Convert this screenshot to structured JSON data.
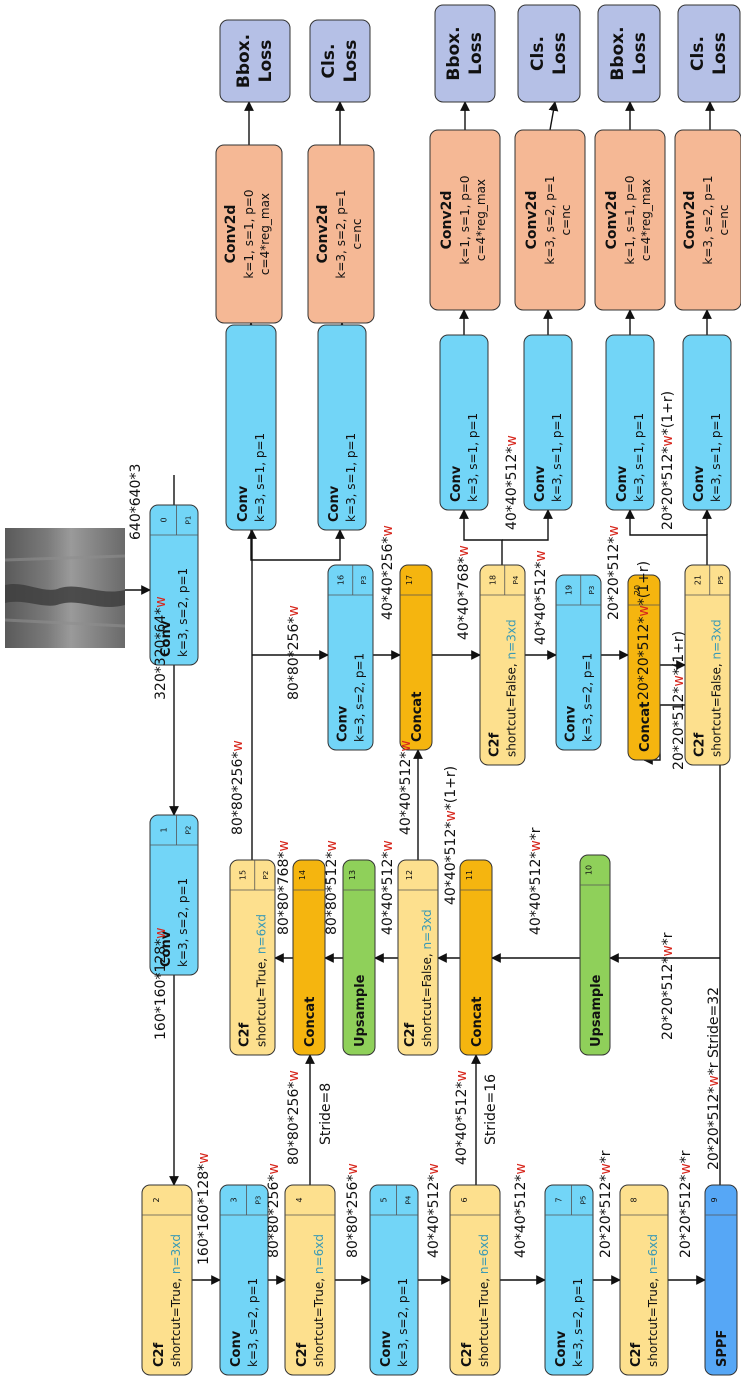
{
  "colors": {
    "conv": "#72d5f7",
    "c2f": "#fde08e",
    "concat": "#f5b50f",
    "upsample": "#8fd05a",
    "sppf": "#56a7f6",
    "conv2d": "#f5b895",
    "loss": "#b5c0e6",
    "line": "#111111",
    "w_red": "#d7271d",
    "n_teal": "#3b9ab5"
  },
  "input_image": {
    "alt": "grayscale weld seam input image"
  },
  "blocks": [
    {
      "id": "b0",
      "type": "conv",
      "title": "Conv",
      "params": "k=3, s=2, p=1",
      "num": "0",
      "tag": "P1"
    },
    {
      "id": "b1",
      "type": "conv",
      "title": "Conv",
      "params": "k=3, s=2, p=1",
      "num": "1",
      "tag": "P2"
    },
    {
      "id": "b2",
      "type": "c2f",
      "title": "C2f",
      "params": "shortcut=True, ",
      "nval": "n=3xd",
      "num": "2",
      "tag": ""
    },
    {
      "id": "b3",
      "type": "conv",
      "title": "Conv",
      "params": "k=3, s=2, p=1",
      "num": "3",
      "tag": "P3"
    },
    {
      "id": "b4",
      "type": "c2f",
      "title": "C2f",
      "params": "shortcut=True, ",
      "nval": "n=6xd",
      "num": "4",
      "tag": ""
    },
    {
      "id": "b5",
      "type": "conv",
      "title": "Conv",
      "params": "k=3, s=2, p=1",
      "num": "5",
      "tag": "P4"
    },
    {
      "id": "b6",
      "type": "c2f",
      "title": "C2f",
      "params": "shortcut=True, ",
      "nval": "n=6xd",
      "num": "6",
      "tag": ""
    },
    {
      "id": "b7",
      "type": "conv",
      "title": "Conv",
      "params": "k=3, s=2, p=1",
      "num": "7",
      "tag": "P5"
    },
    {
      "id": "b8",
      "type": "c2f",
      "title": "C2f",
      "params": "shortcut=True, ",
      "nval": "n=6xd",
      "num": "8",
      "tag": ""
    },
    {
      "id": "b9",
      "type": "sppf",
      "title": "SPPF",
      "params": "",
      "num": "9",
      "tag": ""
    },
    {
      "id": "b10",
      "type": "upsample",
      "title": "Upsample",
      "params": "",
      "num": "10",
      "tag": ""
    },
    {
      "id": "b11",
      "type": "concat",
      "title": "Concat",
      "params": "",
      "num": "11",
      "tag": ""
    },
    {
      "id": "b12",
      "type": "c2f",
      "title": "C2f",
      "params": "shortcut=False, ",
      "nval": "n=3xd",
      "num": "12",
      "tag": ""
    },
    {
      "id": "b13",
      "type": "upsample",
      "title": "Upsample",
      "params": "",
      "num": "13",
      "tag": ""
    },
    {
      "id": "b14",
      "type": "concat",
      "title": "Concat",
      "params": "",
      "num": "14",
      "tag": ""
    },
    {
      "id": "b15",
      "type": "c2f",
      "title": "C2f",
      "params": "shortcut=True, ",
      "nval": "n=6xd",
      "num": "15",
      "tag": "P2"
    },
    {
      "id": "b16",
      "type": "conv",
      "title": "Conv",
      "params": "k=3, s=2, p=1",
      "num": "16",
      "tag": "P3"
    },
    {
      "id": "b17",
      "type": "concat",
      "title": "Concat",
      "params": "",
      "num": "17",
      "tag": ""
    },
    {
      "id": "b18",
      "type": "c2f",
      "title": "C2f",
      "params": "shortcut=False, ",
      "nval": "n=3xd",
      "num": "18",
      "tag": "P4"
    },
    {
      "id": "b19",
      "type": "conv",
      "title": "Conv",
      "params": "k=3, s=2, p=1",
      "num": "19",
      "tag": "P3"
    },
    {
      "id": "b20",
      "type": "concat",
      "title": "Concat",
      "params": "",
      "num": "20",
      "tag": ""
    },
    {
      "id": "b21",
      "type": "c2f",
      "title": "C2f",
      "params": "shortcut=False, ",
      "nval": "n=3xd",
      "num": "21",
      "tag": "P5"
    }
  ],
  "head_blocks": [
    {
      "id": "hc1",
      "type": "conv",
      "title": "Conv",
      "params": "k=3, s=1, p=1"
    },
    {
      "id": "hc2",
      "type": "conv",
      "title": "Conv",
      "params": "k=3, s=1, p=1"
    },
    {
      "id": "hc3",
      "type": "conv",
      "title": "Conv",
      "params": "k=3, s=1, p=1"
    },
    {
      "id": "hc4",
      "type": "conv",
      "title": "Conv",
      "params": "k=3, s=1, p=1"
    },
    {
      "id": "hc5",
      "type": "conv",
      "title": "Conv",
      "params": "k=3, s=1, p=1"
    },
    {
      "id": "hc6",
      "type": "conv",
      "title": "Conv",
      "params": "k=3, s=1, p=1"
    },
    {
      "id": "hd1",
      "type": "conv2d",
      "title": "Conv2d",
      "params": "k=1, s=1, p=0",
      "extra": "c=4*reg_max"
    },
    {
      "id": "hd2",
      "type": "conv2d",
      "title": "Conv2d",
      "params": "k=3, s=2, p=1",
      "extra": "c=nc"
    },
    {
      "id": "hd3",
      "type": "conv2d",
      "title": "Conv2d",
      "params": "k=1, s=1, p=0",
      "extra": "c=4*reg_max"
    },
    {
      "id": "hd4",
      "type": "conv2d",
      "title": "Conv2d",
      "params": "k=3, s=2, p=1",
      "extra": "c=nc"
    },
    {
      "id": "hd5",
      "type": "conv2d",
      "title": "Conv2d",
      "params": "k=1, s=1, p=0",
      "extra": "c=4*reg_max"
    },
    {
      "id": "hd6",
      "type": "conv2d",
      "title": "Conv2d",
      "params": "k=3, s=2, p=1",
      "extra": "c=nc"
    },
    {
      "id": "hl1",
      "type": "loss",
      "title": "Bbox.",
      "sub": "Loss"
    },
    {
      "id": "hl2",
      "type": "loss",
      "title": "Cls.",
      "sub": "Loss"
    },
    {
      "id": "hl3",
      "type": "loss",
      "title": "Bbox.",
      "sub": "Loss"
    },
    {
      "id": "hl4",
      "type": "loss",
      "title": "Cls.",
      "sub": "Loss"
    },
    {
      "id": "hl5",
      "type": "loss",
      "title": "Bbox.",
      "sub": "Loss"
    },
    {
      "id": "hl6",
      "type": "loss",
      "title": "Cls.",
      "sub": "Loss"
    }
  ],
  "labels": [
    {
      "id": "l_in",
      "text": "640*640*3",
      "w": ""
    },
    {
      "id": "l_0_1",
      "text": "320*320*64*",
      "w": "w"
    },
    {
      "id": "l_1_2",
      "text": "160*160*128*",
      "w": "w"
    },
    {
      "id": "l_2_3",
      "text": "160*160*128*",
      "w": "w"
    },
    {
      "id": "l_3_4",
      "text": "80*80*256*",
      "w": "w"
    },
    {
      "id": "l_4_5",
      "text": "80*80*256*",
      "w": "w"
    },
    {
      "id": "l_5_6",
      "text": "40*40*512*",
      "w": "w"
    },
    {
      "id": "l_6_7",
      "text": "40*40*512*",
      "w": "w"
    },
    {
      "id": "l_7_8",
      "text": "20*20*512*",
      "w": "w",
      "suffix": "*r"
    },
    {
      "id": "l_8_9",
      "text": "20*20*512*",
      "w": "w",
      "suffix": "*r"
    },
    {
      "id": "l_s8",
      "text": "80*80*256*",
      "w": "w"
    },
    {
      "id": "l_s8b",
      "text": "Stride=8",
      "w": ""
    },
    {
      "id": "l_s16",
      "text": "40*40*512*",
      "w": "w"
    },
    {
      "id": "l_s16b",
      "text": "Stride=16",
      "w": ""
    },
    {
      "id": "l_s32",
      "text": "20*20*512*",
      "w": "w",
      "suffix": "*r Stride=32"
    },
    {
      "id": "l_9_10",
      "text": "20*20*512*",
      "w": "w",
      "suffix": "*r"
    },
    {
      "id": "l_10_11",
      "text": "40*40*512*",
      "w": "w",
      "suffix": "*r"
    },
    {
      "id": "l_11_12",
      "text": "40*40*512*",
      "w": "w",
      "suffix": "*(1+r)"
    },
    {
      "id": "l_12_13",
      "text": "40*40*512*",
      "w": "w"
    },
    {
      "id": "l_12_17",
      "text": "40*40*512*",
      "w": "w"
    },
    {
      "id": "l_13_14",
      "text": "80*80*512*",
      "w": "w"
    },
    {
      "id": "l_14_15",
      "text": "80*80*768*",
      "w": "w"
    },
    {
      "id": "l_15_out",
      "text": "80*80*256*",
      "w": "w"
    },
    {
      "id": "l_15_16",
      "text": "80*80*256*",
      "w": "w"
    },
    {
      "id": "l_16_17",
      "text": "40*40*256*",
      "w": "w"
    },
    {
      "id": "l_17_18",
      "text": "40*40*768*",
      "w": "w"
    },
    {
      "id": "l_18_19",
      "text": "40*40*512*",
      "w": "w"
    },
    {
      "id": "l_18_head",
      "text": "40*40*512*",
      "w": "w"
    },
    {
      "id": "l_19_20",
      "text": "20*20*512*",
      "w": "w"
    },
    {
      "id": "l_20_21",
      "text": "20*20*512*",
      "w": "w",
      "suffix": "*(1+r)"
    },
    {
      "id": "l_9_20",
      "text": "20*20*512*",
      "w": "w",
      "suffix": "*(1+r)"
    },
    {
      "id": "l_21_head",
      "text": "20*20*512*",
      "w": "w",
      "suffix": "*(1+r)"
    }
  ]
}
